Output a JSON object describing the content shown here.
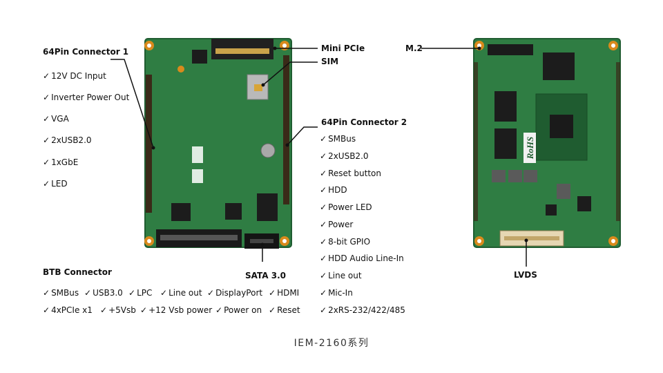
{
  "callouts": {
    "connector1": "64Pin Connector 1",
    "mini_pcie": "Mini PCIe",
    "sim": "SIM",
    "connector2": "64Pin Connector 2",
    "sata": "SATA 3.0",
    "btb": "BTB Connector",
    "m2": "M.2",
    "lvds": "LVDS"
  },
  "check_mark": "✓",
  "connector1_items": [
    "12V DC Input",
    "Inverter Power Out",
    "VGA",
    "2xUSB2.0",
    "1xGbE",
    "LED"
  ],
  "connector2_items": [
    "SMBus",
    "2xUSB2.0",
    "Reset button",
    "HDD",
    "Power LED",
    "Power",
    "8-bit GPIO",
    "HDD Audio Line-In",
    "Line out",
    "Mic-In",
    "2xRS-232/422/485"
  ],
  "btb_row1": [
    "SMBus",
    "USB3.0",
    "LPC",
    "Line out",
    "DisplayPort",
    "HDMI"
  ],
  "btb_row2": [
    "4xPCIe x1",
    "+5Vsb",
    "+12 Vsb power",
    "Power on",
    "Reset"
  ],
  "board_markings": {
    "rohs": "RoHS"
  },
  "caption": "IEM-2160系列",
  "colors": {
    "pcb": "#2f7d43",
    "pcb_dark": "#1f5c30",
    "gold": "#d98a1c",
    "chip": "#1c1c1c",
    "text": "#111111"
  }
}
